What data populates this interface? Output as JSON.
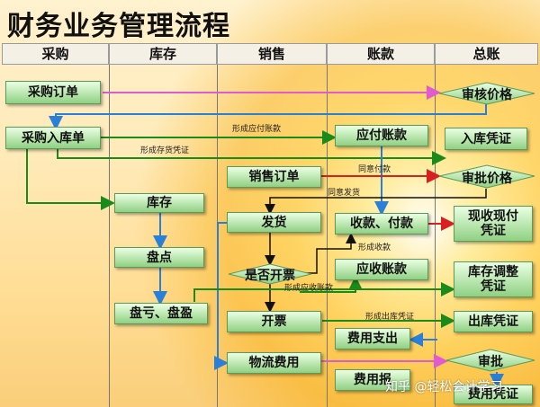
{
  "title": "财务业务管理流程",
  "columns": [
    "采购",
    "库存",
    "销售",
    "账款",
    "总账"
  ],
  "nodes": {
    "purchase_order": "采购订单",
    "purchase_receipt": "采购入库单",
    "inventory": "库存",
    "stocktake": "盘点",
    "profit_loss": "盘亏、盘盈",
    "sales_order": "销售订单",
    "shipment": "发货",
    "invoice_decision": "是否开票",
    "invoicing": "开票",
    "logistics_cost": "物流费用",
    "payable": "应付账款",
    "receipt_payment": "收款、付款",
    "receivable": "应收账款",
    "expense_payment": "费用支出",
    "expense_reimburse": "费用报",
    "audit_price": "审核价格",
    "receipt_voucher": "入库凭证",
    "approve_price": "审批价格",
    "cash_voucher_1": "现收现付",
    "cash_voucher_2": "凭证",
    "inventory_adj_1": "库存调整",
    "inventory_adj_2": "凭证",
    "outbound_voucher": "出库凭证",
    "approve": "审批",
    "expense_voucher": "费用凭证"
  },
  "edge_labels": {
    "form_payable": "形成应付账款",
    "form_inventory_voucher": "形成存货凭证",
    "agree_pay": "同意付款",
    "agree_ship": "同意发货",
    "form_receipt": "形成收款",
    "form_receivable": "形成应收账款",
    "form_outbound_voucher": "形成出库凭证"
  },
  "watermark": "知乎 @轻松会计学习"
}
